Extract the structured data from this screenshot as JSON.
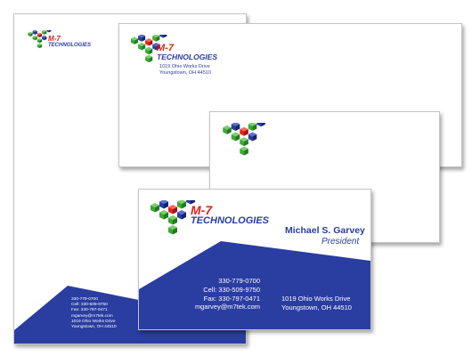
{
  "brand": {
    "mark_top": "M-7",
    "mark_bottom": "TECHNOLOGIES",
    "colors": {
      "blue": "#2a3da0",
      "red": "#e0241b",
      "green": "#3aa935",
      "navy_cube": "#1f3592"
    }
  },
  "address": {
    "street": "1019 Ohio Works Drive",
    "city": "Youngstown, OH 44510"
  },
  "letterhead": {
    "phone": "330-779-0700",
    "cell": "Cell: 330-509-9750",
    "fax": "Fax: 330-797-0471",
    "email": "mgarvey@m7tek.com",
    "street": "1019 Ohio Works Drive",
    "city": "Youngstown, OH 44510"
  },
  "business_card": {
    "name": "Michael S. Garvey",
    "title": "President",
    "phone": "330-779-0700",
    "cell": "Cell: 330-509-9750",
    "fax": "Fax: 330-797-0471",
    "email": "mgarvey@m7tek.com",
    "street": "1019 Ohio Works Drive",
    "city": "Youngstown, OH 44510"
  }
}
